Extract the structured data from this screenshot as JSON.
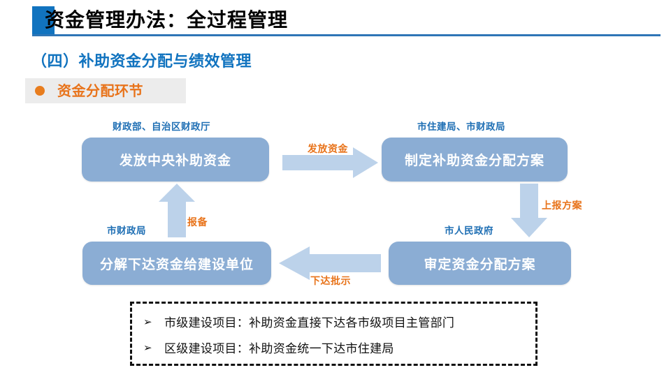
{
  "header": {
    "title": "资金管理办法：全过程管理",
    "accent_color": "#1173bf",
    "rule_color": "#2e75b6"
  },
  "section": {
    "title": "（四）补助资金分配与绩效管理",
    "color": "#1173bf"
  },
  "bullet": {
    "label": "资金分配环节",
    "dot_icon": "bullet-dot-icon",
    "text_color": "#e8731a",
    "band_color": "#ececec"
  },
  "flow": {
    "box_color": "#8badd4",
    "arrow_color": "#bcd2ea",
    "dept_color": "#1f6fb4",
    "label_color": "#e8731a",
    "boxes": [
      {
        "id": "box-1",
        "text": "发放中央补助资金",
        "dept": "财政部、自治区财政厅"
      },
      {
        "id": "box-2",
        "text": "制定补助资金分配方案",
        "dept": "市住建局、市财政局"
      },
      {
        "id": "box-3",
        "text": "审定资金分配方案",
        "dept": "市人民政府"
      },
      {
        "id": "box-4",
        "text": "分解下达资金给建设单位",
        "dept": "市财政局"
      }
    ],
    "arrows": [
      {
        "id": "arrow-right",
        "direction": "right",
        "label": "发放资金"
      },
      {
        "id": "arrow-down",
        "direction": "down",
        "label": "上报方案"
      },
      {
        "id": "arrow-left",
        "direction": "left",
        "label": "下达批示"
      },
      {
        "id": "arrow-up",
        "direction": "up",
        "label": "报备"
      }
    ]
  },
  "note": {
    "marker": "➢",
    "items": [
      "市级建设项目：补助资金直接下达各市级项目主管部门",
      "区级建设项目：补助资金统一下达市住建局"
    ]
  }
}
